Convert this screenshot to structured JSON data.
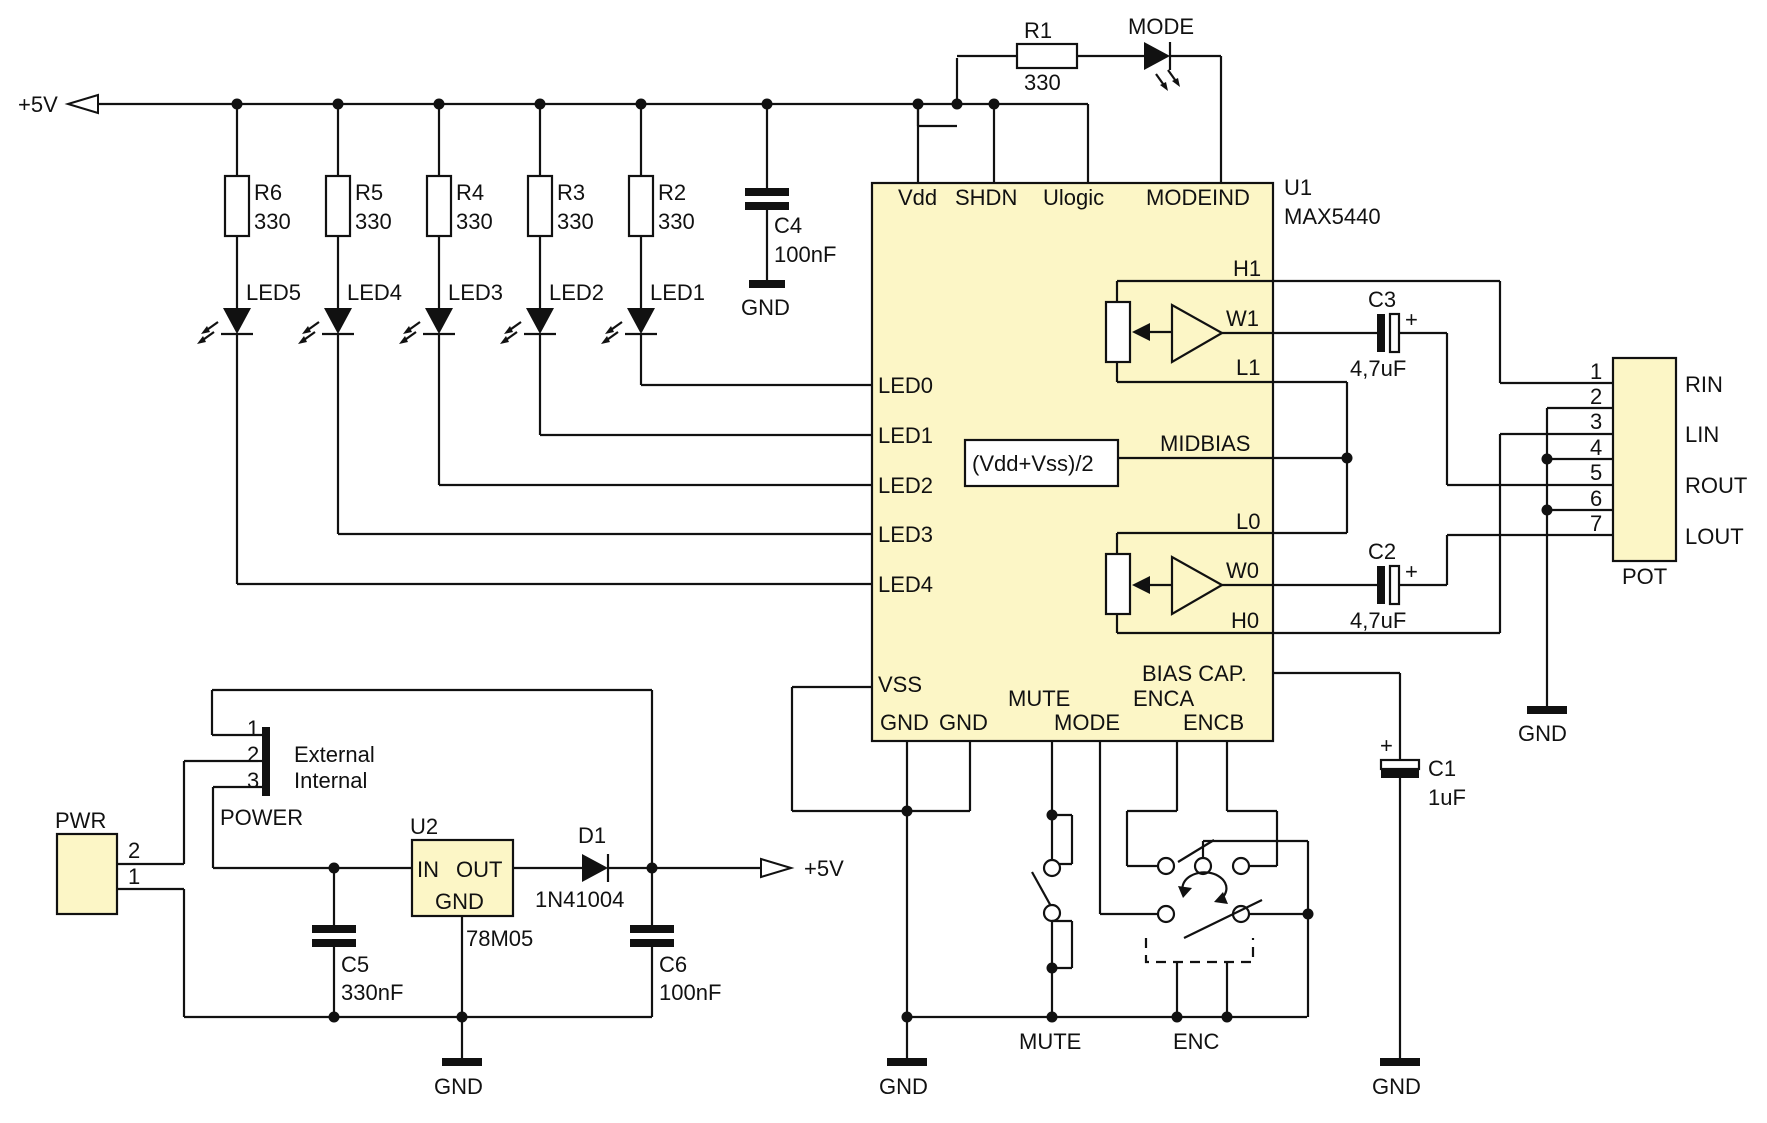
{
  "colors": {
    "ic_fill": "#fcf6c6",
    "ink": "#111111",
    "background": "#ffffff"
  },
  "rails": {
    "plus5v_left": "+5V",
    "plus5v_right": "+5V"
  },
  "resistors": {
    "r1": {
      "name": "R1",
      "value": "330"
    },
    "r2": {
      "name": "R2",
      "value": "330"
    },
    "r3": {
      "name": "R3",
      "value": "330"
    },
    "r4": {
      "name": "R4",
      "value": "330"
    },
    "r5": {
      "name": "R5",
      "value": "330"
    },
    "r6": {
      "name": "R6",
      "value": "330"
    }
  },
  "leds": {
    "led1": "LED1",
    "led2": "LED2",
    "led3": "LED3",
    "led4": "LED4",
    "led5": "LED5",
    "mode": "MODE"
  },
  "capacitors": {
    "c1": {
      "name": "C1",
      "value": "1uF"
    },
    "c2": {
      "name": "C2",
      "value": "4,7uF"
    },
    "c3": {
      "name": "C3",
      "value": "4,7uF"
    },
    "c4": {
      "name": "C4",
      "value": "100nF"
    },
    "c5": {
      "name": "C5",
      "value": "330nF"
    },
    "c6": {
      "name": "C6",
      "value": "100nF"
    }
  },
  "u1": {
    "ref": "U1",
    "part": "MAX5440",
    "pins": {
      "vdd": "Vdd",
      "shdn": "SHDN",
      "ulogic": "Ulogic",
      "modeind": "MODEIND",
      "led0": "LED0",
      "led1": "LED1",
      "led2": "LED2",
      "led3": "LED3",
      "led4": "LED4",
      "h1": "H1",
      "w1": "W1",
      "l1": "L1",
      "midbias": "MIDBIAS",
      "l0": "L0",
      "w0": "W0",
      "h0": "H0",
      "vss": "VSS",
      "gnd1": "GND",
      "gnd2": "GND",
      "mute": "MUTE",
      "mode": "MODE",
      "bias_cap": "BIAS CAP.",
      "enca": "ENCA",
      "encb": "ENCB"
    },
    "midbias_box": "(Vdd+Vss)/2"
  },
  "pot": {
    "name": "POT",
    "pins": [
      "1",
      "2",
      "3",
      "4",
      "5",
      "6",
      "7"
    ],
    "labels": [
      "RIN",
      "LIN",
      "ROUT",
      "LOUT"
    ]
  },
  "power": {
    "pwr": "PWR",
    "pwr_pin2": "2",
    "pwr_pin1": "1",
    "jumper": "POWER",
    "jumper_pins": [
      "1",
      "2",
      "3"
    ],
    "external": "External",
    "internal": "Internal",
    "u2": "U2",
    "u2_in": "IN",
    "u2_out": "OUT",
    "u2_gnd": "GND",
    "u2_part": "78M05",
    "d1": "D1",
    "d1_part": "1N41004"
  },
  "switches": {
    "mute": "MUTE",
    "enc": "ENC"
  },
  "gnd": "GND"
}
